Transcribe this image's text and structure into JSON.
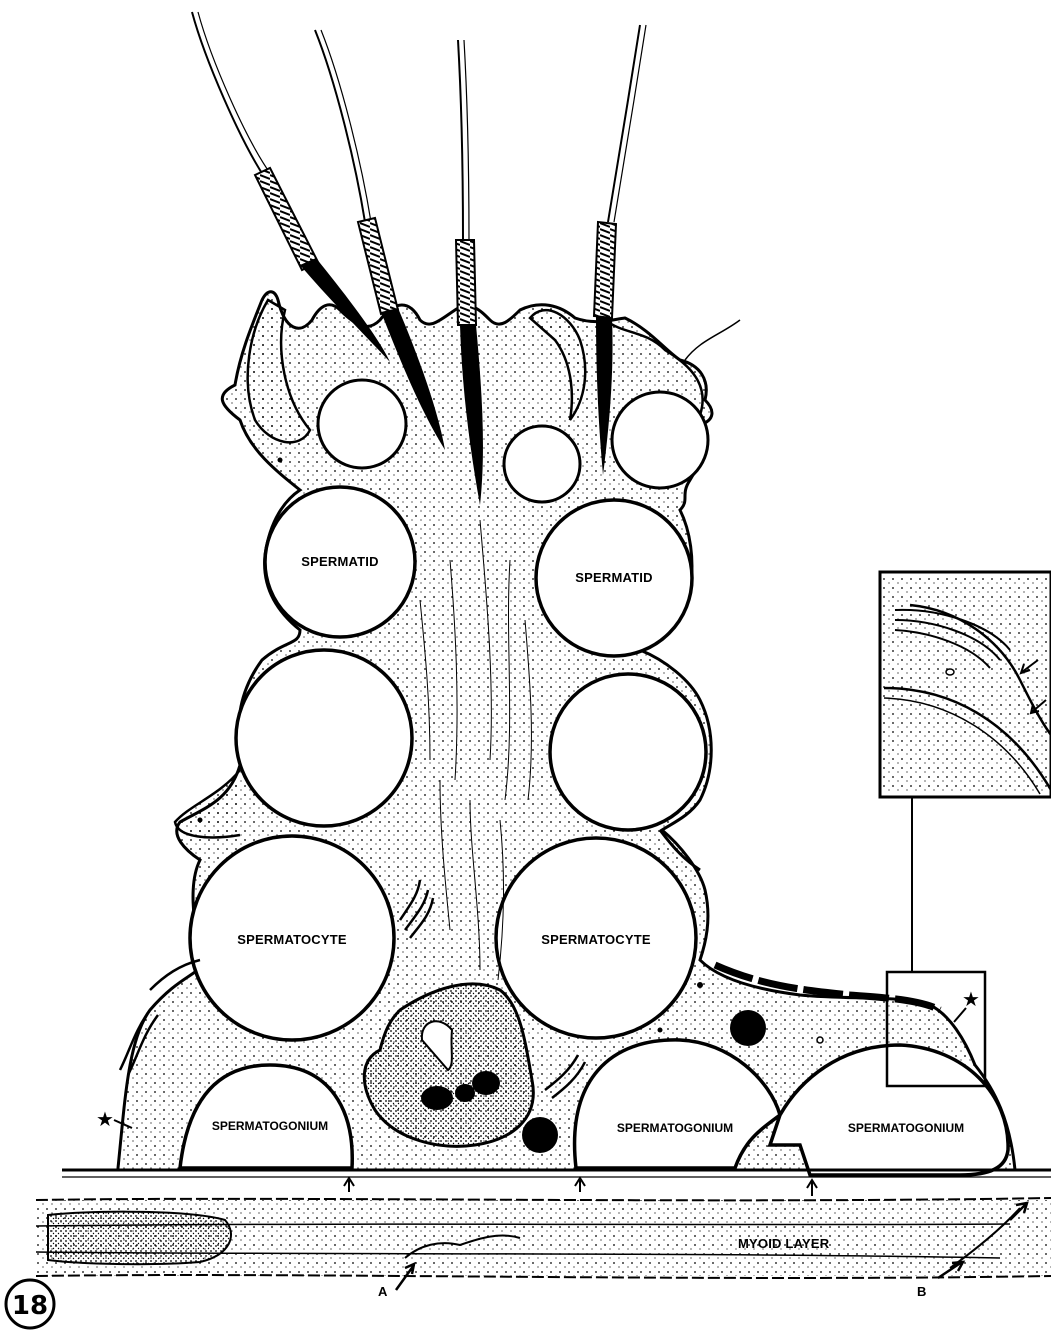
{
  "figure": {
    "number": "18"
  },
  "labels": {
    "spermatid_left": "SPERMATID",
    "spermatid_right": "SPERMATID",
    "spermatocyte_left": "SPERMATOCYTE",
    "spermatocyte_right": "SPERMATOCYTE",
    "spermatogonium_left": "SPERMATOGONIUM",
    "spermatogonium_mid": "SPERMATOGONIUM",
    "spermatogonium_right": "SPERMATOGONIUM",
    "myoid_layer": "MYOID LAYER",
    "arrow_a": "A",
    "arrow_b": "B"
  },
  "colors": {
    "ink": "#000000",
    "paper": "#ffffff"
  }
}
